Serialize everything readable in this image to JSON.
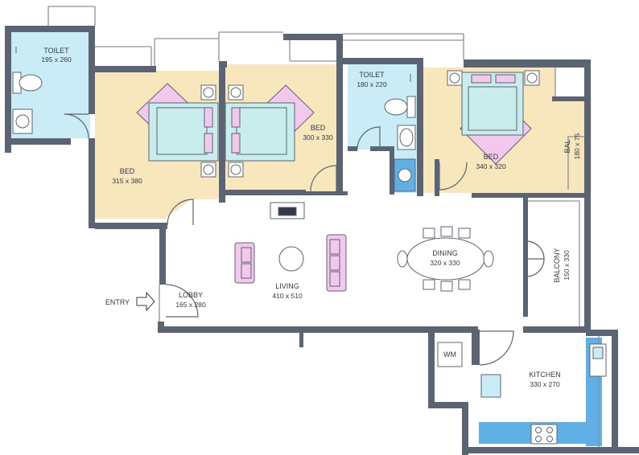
{
  "rooms": {
    "toilet1": {
      "name": "TOILET",
      "size": "195 x 260"
    },
    "bed1": {
      "name": "BED",
      "size": "315 x 380"
    },
    "bed2": {
      "name": "BED",
      "size": "300 x 330"
    },
    "toilet2": {
      "name": "TOILET",
      "size": "180 x 220"
    },
    "bed3": {
      "name": "BED",
      "size": "340 x 320"
    },
    "bal": {
      "name": "BAL",
      "size": "180 x 75"
    },
    "dining": {
      "name": "DINING",
      "size": "320 x 330"
    },
    "balcony": {
      "name": "BALCONY",
      "size": "150 x 330"
    },
    "living": {
      "name": "LIVING",
      "size": "410 x 510"
    },
    "lobby": {
      "name": "LOBBY",
      "size": "165 x 280"
    },
    "kitchen": {
      "name": "KITCHEN",
      "size": "330 x 270"
    }
  },
  "entry_label": "ENTRY",
  "wm_label": "WM",
  "colors": {
    "wall": "#5b6472",
    "bedroom_floor": "#f8e6bd",
    "toilet_floor": "#c9ecf7",
    "kitchen_counter": "#5fb0e6",
    "bed_frame": "#c9ecec",
    "furniture_pink": "#f2c9ec"
  }
}
